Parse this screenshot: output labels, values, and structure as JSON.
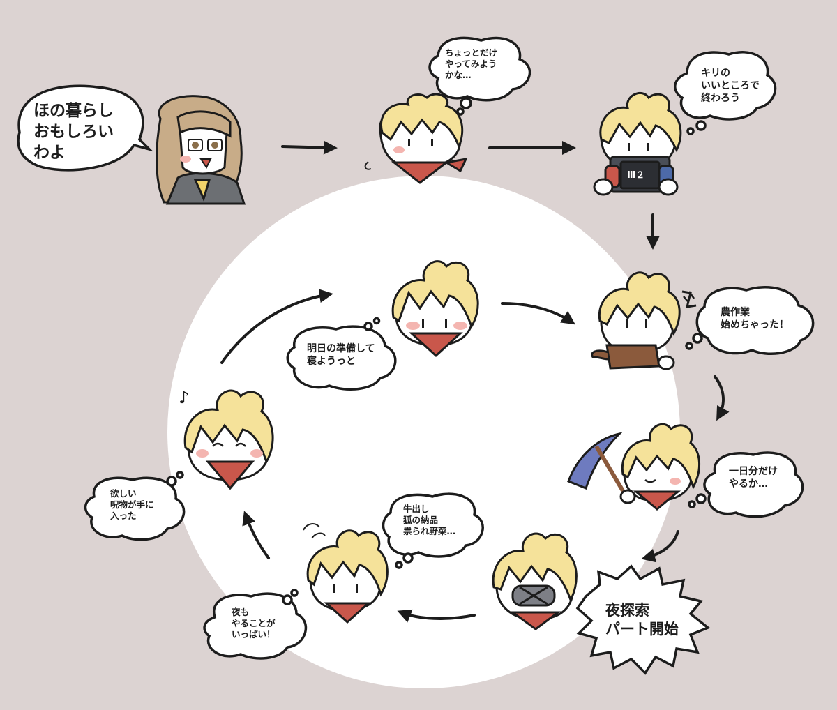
{
  "colors": {
    "background": "#dcd3d2",
    "circle": "#ffffff",
    "hair": "#f5e29a",
    "scarf": "#c9574b",
    "ink": "#1c1c1c"
  },
  "bubbles": {
    "fun_life": "ほの暮らし\nおもしろい\nわよ",
    "try_a_bit": "ちょっとだけ\nやってみよう\nかな…",
    "stop_at_good_point": "キリの\nいいところで\n終わろう",
    "started_farming": "農作業\n始めちゃった！",
    "just_one_day": "一日分だけ\nやるか…",
    "night_exploration": "夜探索\nパート開始",
    "cow_fox_veg": "牛出し\n狐の納品\n祟られ野菜…",
    "lots_at_night": "夜も\nやることが\nいっぱい！",
    "got_curse_item": "欲しい\n呪物が手に\n入った",
    "prepare_tomorrow": "明日の準備して\n寝ようっと"
  },
  "props": {
    "tablet_label": "Ⅲ２",
    "music_note": "♪"
  },
  "icons": [
    "arrow-icon",
    "music-note-icon",
    "watering-can-icon",
    "pickaxe-icon",
    "tablet-icon",
    "sweat-icon"
  ]
}
